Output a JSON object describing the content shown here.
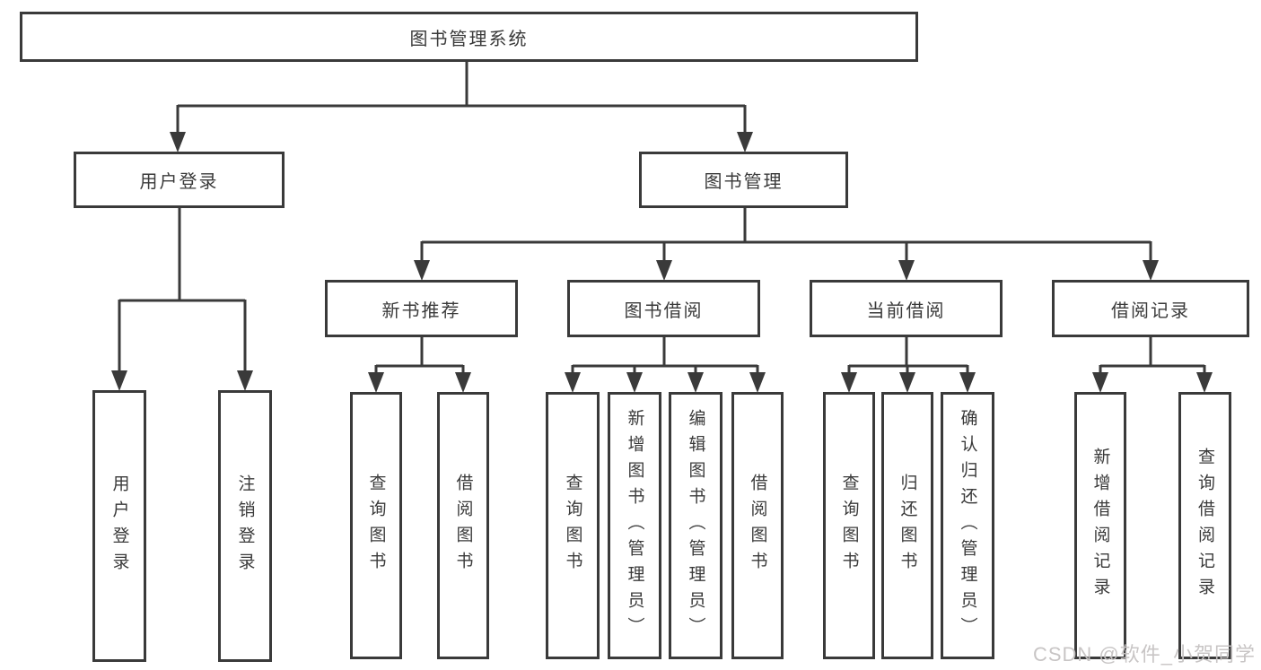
{
  "diagram": {
    "type": "hierarchy-tree",
    "orientation": "top-down"
  },
  "colors": {
    "line": "#3a3a3a",
    "text": "#3a3a3a",
    "background": "#ffffff",
    "watermark": "#c5c2c2"
  },
  "tree": {
    "root": {
      "label": "图书管理系统"
    },
    "branches": [
      {
        "label": "用户登录",
        "children": [
          {
            "label": "用户登录"
          },
          {
            "label": "注销登录"
          }
        ]
      },
      {
        "label": "图书管理",
        "children": [
          {
            "label": "新书推荐",
            "children": [
              {
                "label": "查询图书"
              },
              {
                "label": "借阅图书"
              }
            ]
          },
          {
            "label": "图书借阅",
            "children": [
              {
                "label": "查询图书"
              },
              {
                "label": "新增图书（管理员）"
              },
              {
                "label": "编辑图书（管理员）"
              },
              {
                "label": "借阅图书"
              }
            ]
          },
          {
            "label": "当前借阅",
            "children": [
              {
                "label": "查询图书"
              },
              {
                "label": "归还图书"
              },
              {
                "label": "确认归还（管理员）"
              }
            ]
          },
          {
            "label": "借阅记录",
            "children": [
              {
                "label": "新增借阅记录"
              },
              {
                "label": "查询借阅记录"
              }
            ]
          }
        ]
      }
    ]
  },
  "watermark": {
    "text": "CSDN @软件_小贺同学"
  }
}
